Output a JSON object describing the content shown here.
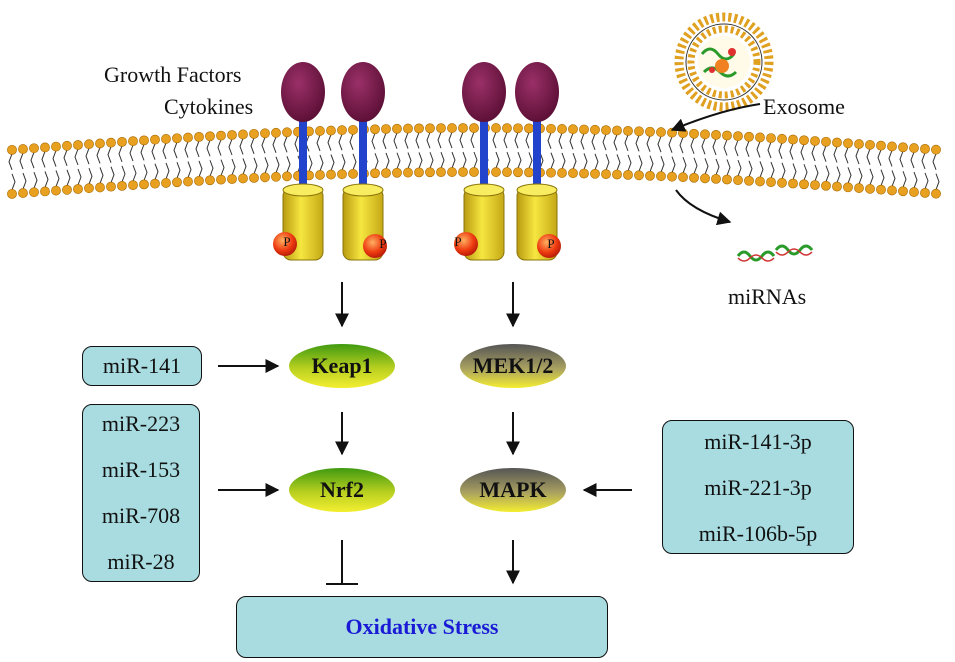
{
  "labels": {
    "growth_factors": "Growth Factors",
    "cytokines": "Cytokines",
    "exosome": "Exosome",
    "mirnas": "miRNAs",
    "phospho": "P"
  },
  "nodes": {
    "keap1": "Keap1",
    "mek": "MEK1/2",
    "nrf2": "Nrf2",
    "mapk": "MAPK"
  },
  "mirna_boxes": {
    "keap1_regulators": [
      "miR-141"
    ],
    "nrf2_regulators": [
      "miR-223",
      "miR-153",
      "miR-708",
      "miR-28"
    ],
    "mapk_regulators": [
      "miR-141-3p",
      "miR-221-3p",
      "miR-106b-5p"
    ]
  },
  "outcome": {
    "label": "Oxidative Stress"
  },
  "colors": {
    "receptor_head": "#7a1a4a",
    "receptor_stem": "#2244cc",
    "receptor_body": "#e8d020",
    "phospho": "#e03010",
    "membrane_head": "#e8a020",
    "box_fill": "#a8dce0",
    "outcome_text": "#1a1ad6",
    "green_node": "#6fbf1a",
    "gray_node": "#6a6a6a"
  }
}
